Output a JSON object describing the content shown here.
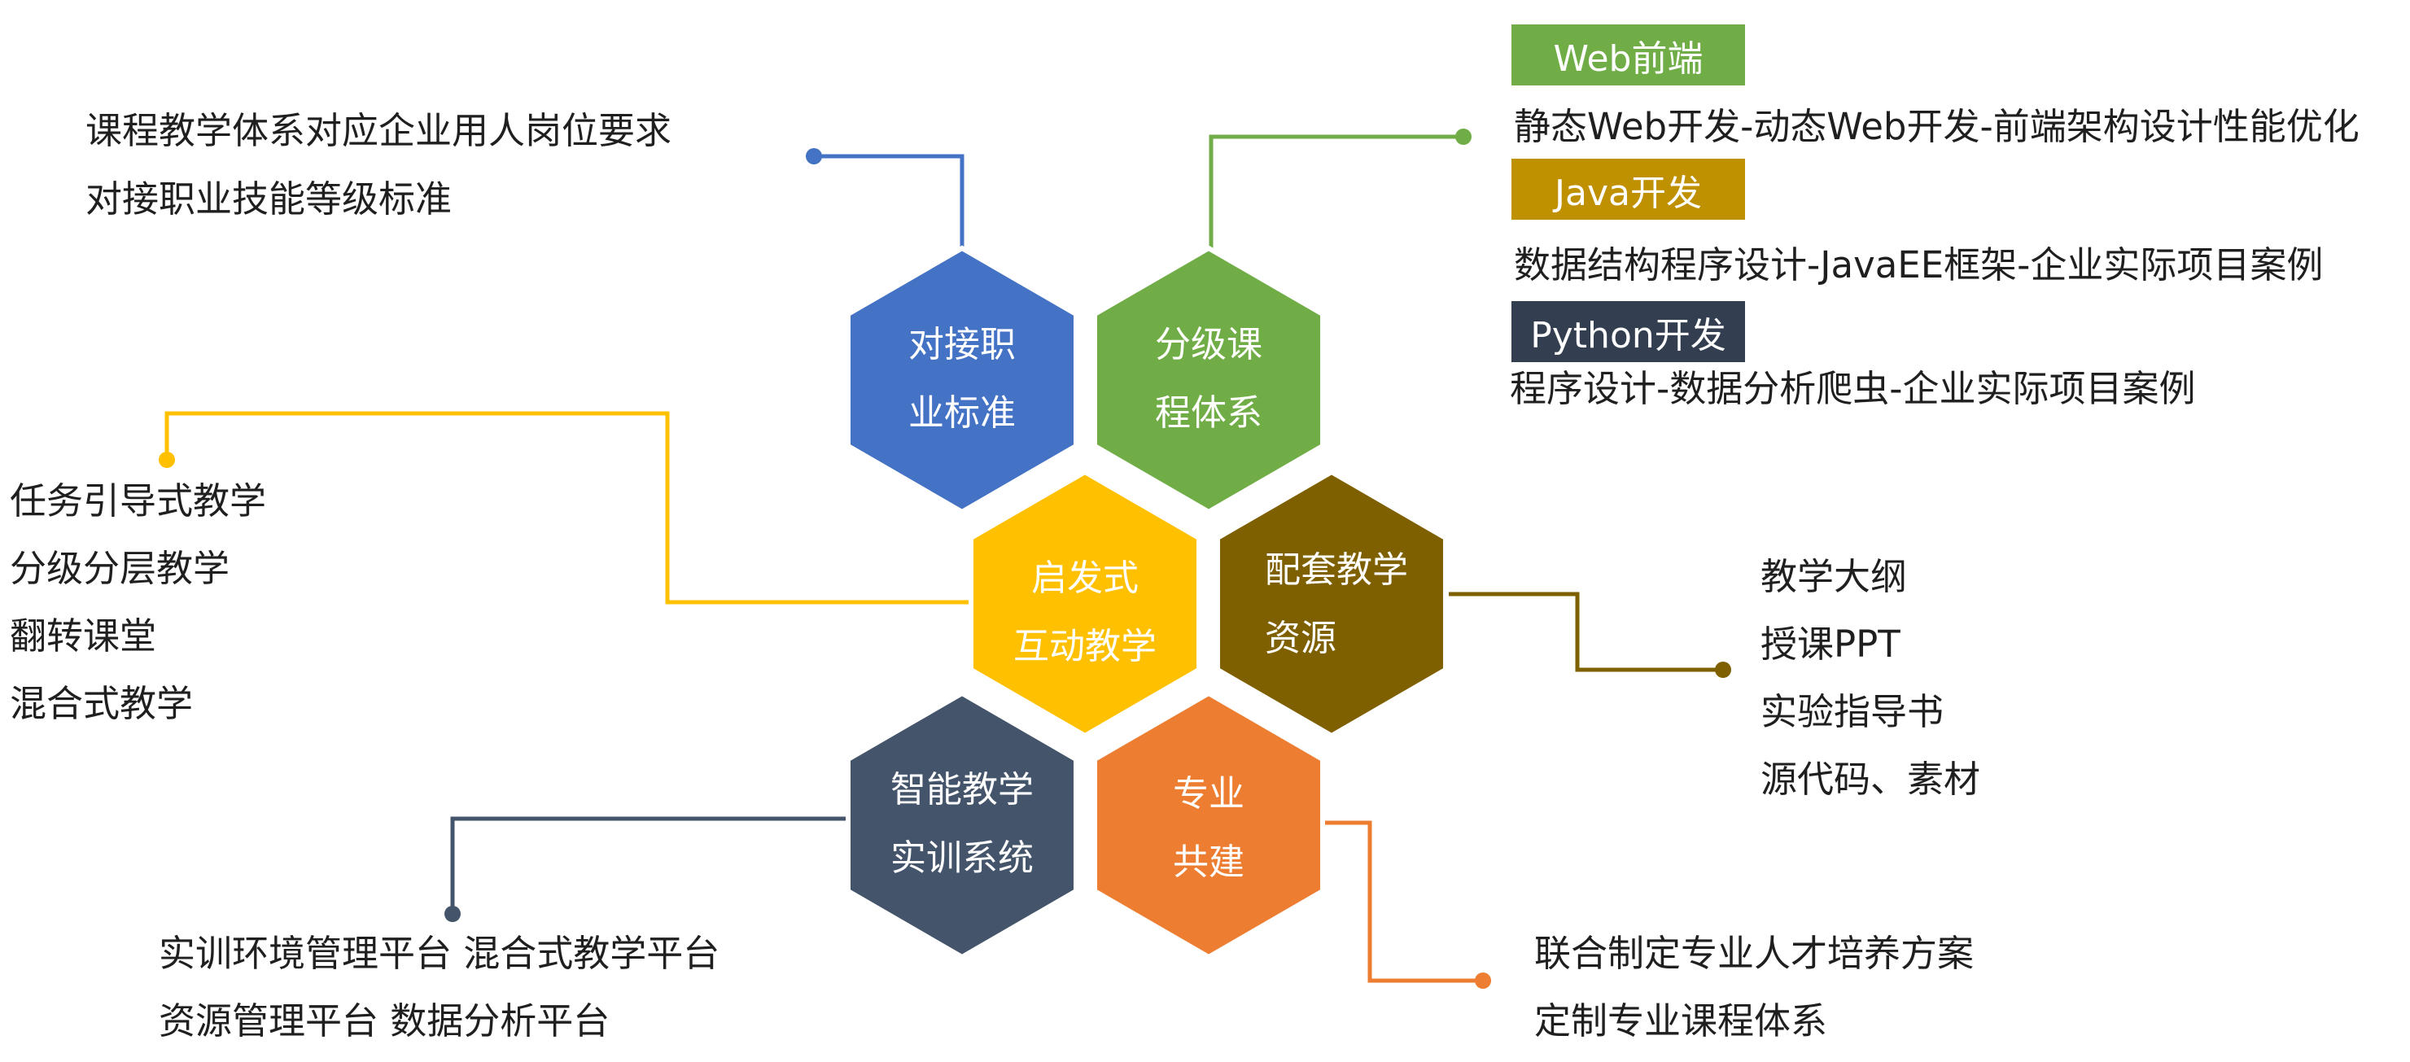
{
  "colors": {
    "blue": "#4472C4",
    "green": "#70AD47",
    "gold": "#FFC000",
    "brown": "#7F6000",
    "slate": "#44546A",
    "orange": "#ED7D31",
    "tag_web": "#70AD47",
    "tag_java": "#BF9000",
    "tag_python": "#333F50"
  },
  "hexagons": [
    {
      "id": "career",
      "lines": [
        "对接职",
        "业标准"
      ],
      "color": "blue"
    },
    {
      "id": "tiered",
      "lines": [
        "分级课",
        "程体系"
      ],
      "color": "green"
    },
    {
      "id": "heuristic",
      "lines": [
        "启发式",
        "互动教学"
      ],
      "color": "gold"
    },
    {
      "id": "resources",
      "lines": [
        "配套教学",
        "资源"
      ],
      "color": "brown"
    },
    {
      "id": "smart",
      "lines": [
        "智能教学",
        "实训系统"
      ],
      "color": "slate"
    },
    {
      "id": "cobuild",
      "lines": [
        "专业",
        "共建"
      ],
      "color": "orange"
    }
  ],
  "career_text": [
    "课程教学体系对应企业用人岗位要求",
    "对接职业技能等级标准"
  ],
  "tracks": [
    {
      "tag": "Web前端",
      "desc": "静态Web开发-动态Web开发-前端架构设计性能优化",
      "color": "tag_web"
    },
    {
      "tag": "Java开发",
      "desc": "数据结构程序设计-JavaEE框架-企业实际项目案例",
      "color": "tag_java"
    },
    {
      "tag": "Python开发",
      "desc": "程序设计-数据分析爬虫-企业实际项目案例",
      "color": "tag_python"
    }
  ],
  "teaching_methods": [
    "任务引导式教学",
    "分级分层教学",
    "翻转课堂",
    "混合式教学"
  ],
  "resources_list": [
    "教学大纲",
    "授课PPT",
    "实验指导书",
    "源代码、素材"
  ],
  "platforms": [
    "实训环境管理平台 混合式教学平台",
    "资源管理平台 数据分析平台"
  ],
  "cobuild_text": [
    "联合制定专业人才培养方案",
    "定制专业课程体系"
  ]
}
